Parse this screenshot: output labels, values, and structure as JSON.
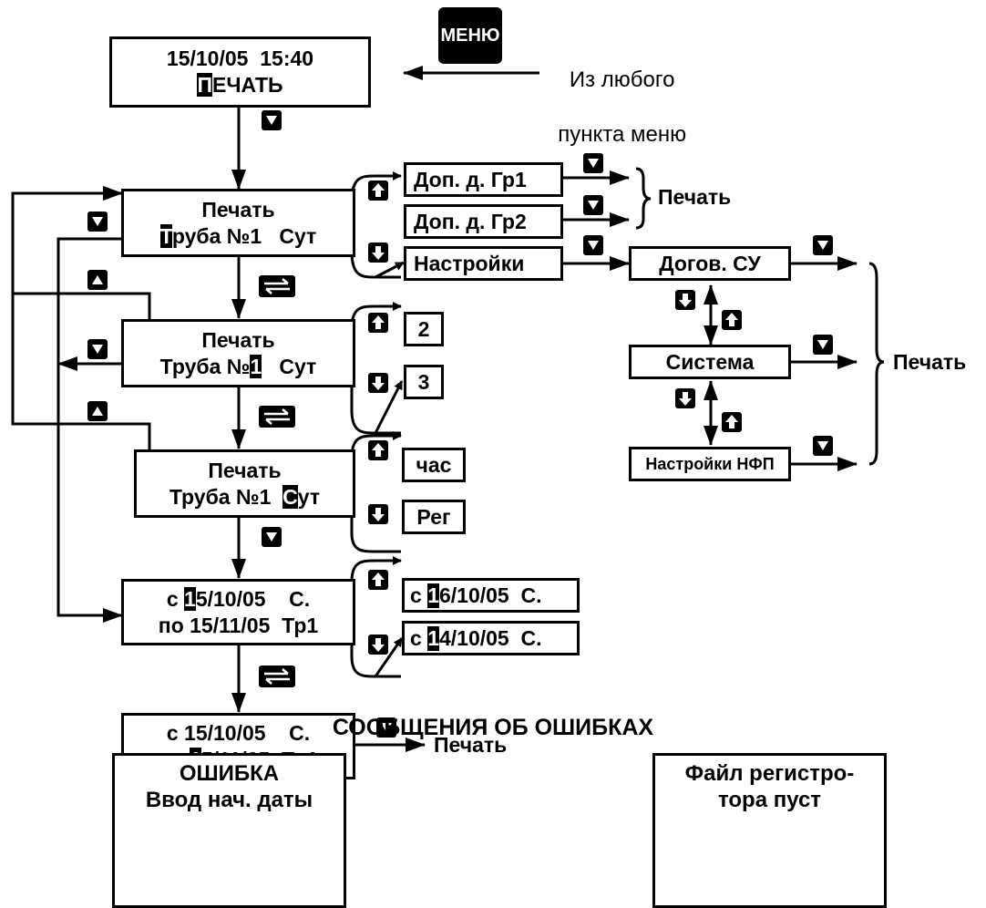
{
  "menu_key": "МЕНЮ",
  "menu_note": [
    "Из любого",
    "пункта меню"
  ],
  "top_screen": {
    "line1": "15/10/05  15:40",
    "cursor": "П",
    "rest": "ЕЧАТЬ"
  },
  "screen1": {
    "line1": "Печать",
    "cursor": "Т",
    "rest": "руба №1   Сут"
  },
  "screen2": {
    "line1": "Печать",
    "pre": "Труба №",
    "cursor": "1",
    "post": "   Сут"
  },
  "screen3": {
    "line1": "Печать",
    "pre": "Труба №1  ",
    "cursor": "С",
    "post": "ут"
  },
  "screen4": {
    "pre": "с ",
    "cursor": "1",
    "post": "5/10/05    С.",
    "line2": "по 15/11/05  Тр1"
  },
  "screen5": {
    "line1": "с 15/10/05    С.",
    "pre": "по ",
    "cursor": "1",
    "post": "5/11/05  Тр1"
  },
  "side_options": {
    "grp1": "Доп. д. Гр1",
    "grp2": "Доп. д. Гр2",
    "settings": "Настройки",
    "pipe_2": "2",
    "pipe_3": "3",
    "period_hour": "час",
    "period_reg": "Рег",
    "date_next_pre": "с ",
    "date_next_cursor": "1",
    "date_next_post": "6/10/05  С.",
    "date_prev_pre": "с ",
    "date_prev_cursor": "1",
    "date_prev_post": "4/10/05  С."
  },
  "settings_menu": {
    "contract": "Догов. СУ",
    "system": "Система",
    "nfp": "Настройки НФП"
  },
  "print_labels": {
    "group": "Печать",
    "settings": "Печать",
    "final": "Печать"
  },
  "errors": {
    "title": "СООБЩЕНИЯ ОБ ОШИБКАХ",
    "date_error": [
      "ОШИБКА",
      "Ввод нач. даты"
    ],
    "file_empty": [
      "Файл регистро-",
      "тора пуст"
    ]
  },
  "icons": {
    "down": "key-down-icon",
    "up": "key-up-icon",
    "toggle": "key-toggle-icon",
    "arrow_up": "key-arrow-up-icon",
    "arrow_down": "key-arrow-down-icon"
  }
}
